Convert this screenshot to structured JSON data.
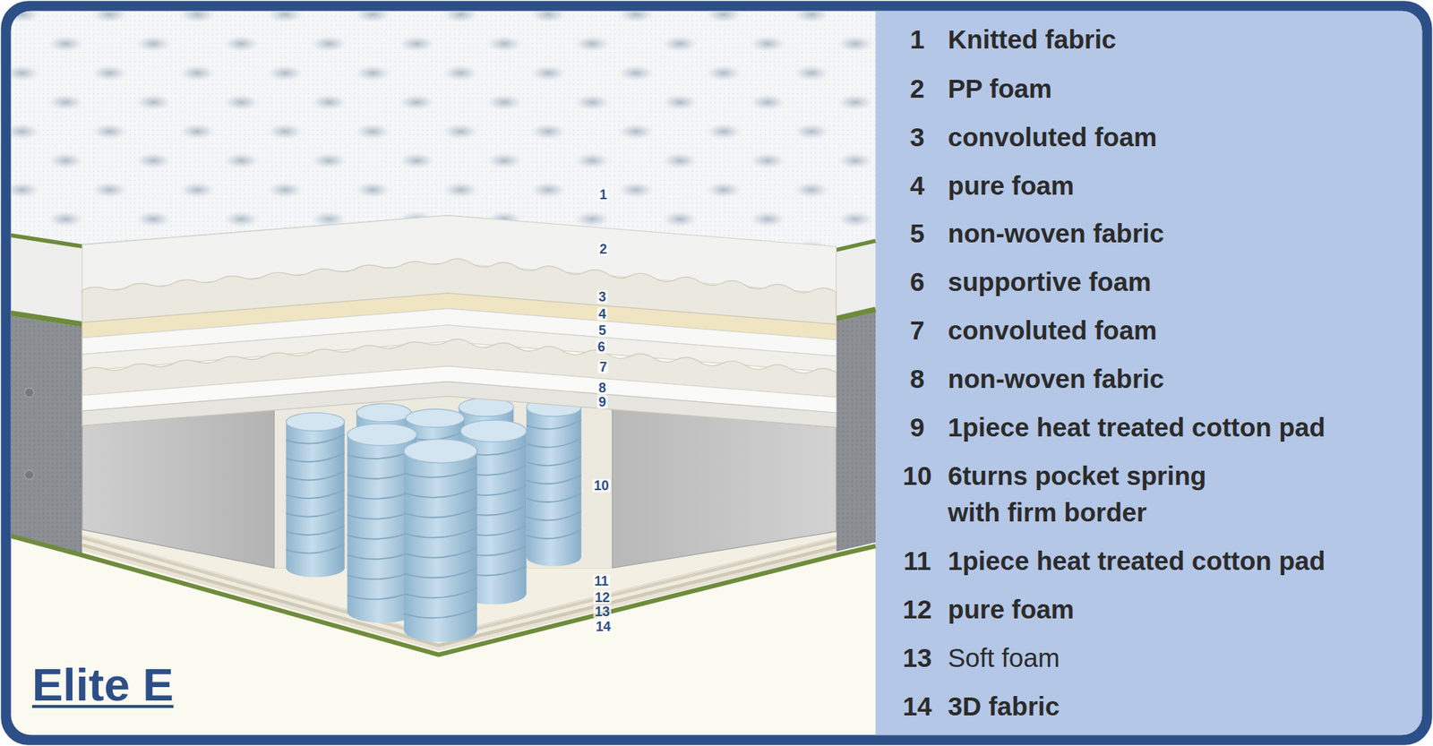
{
  "diagram": {
    "title": "Elite E",
    "labels": [
      "1",
      "2",
      "3",
      "4",
      "5",
      "6",
      "7",
      "8",
      "9",
      "10",
      "11",
      "12",
      "13",
      "14",
      "1",
      "Knitted fabric",
      "2",
      "PP foam",
      "3",
      "convoluted foam",
      "4",
      "pure foam",
      "5",
      "non-woven fabric",
      "6",
      "supportive foam",
      "7",
      "convoluted foam",
      "8",
      "non-woven fabric",
      "9",
      "1piece heat treated cotton pad",
      "10",
      "6turns pocket spring with firm border",
      "11",
      "1piece heat treated cotton pad",
      "12",
      "pure foam",
      "13",
      "Soft foam",
      "14",
      "3D fabric"
    ]
  }
}
